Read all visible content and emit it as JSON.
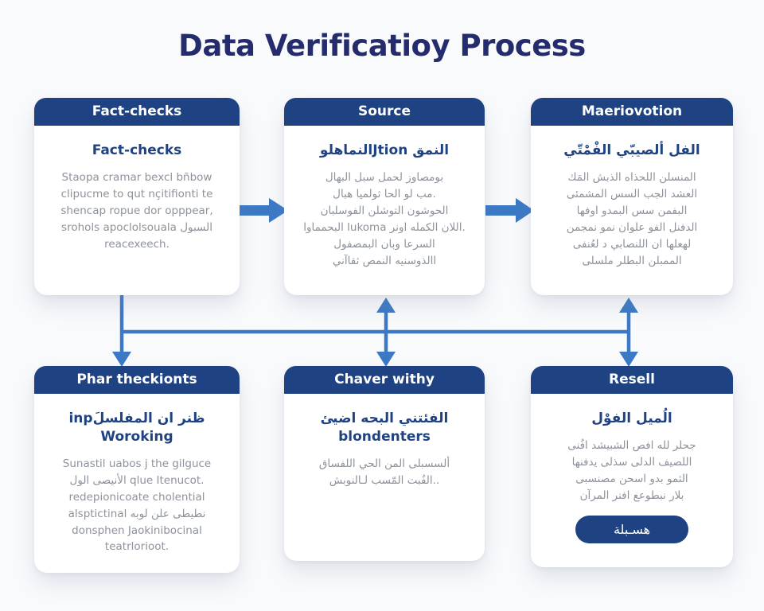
{
  "title": "Data Verificatioy Process",
  "colors": {
    "navy": "#1e4282",
    "arrow": "#3b78c5",
    "title": "#242c6d",
    "body_text": "#8d929b"
  },
  "cards": [
    {
      "header": "Fact-checks",
      "subtitle": "Fact-checks",
      "body": "Staopa cramar bexcl bñbow\nclipucme to qut nçitifionti te\nshencap ropue dor opppear,\nsrohols apoclolsouala السبول\nreacexeech."
    },
    {
      "header": "Source",
      "subtitle": "النماهلوJtion النمق",
      "body": "بومصاوز لحمل سبل البهال\nمب لو الحا ثولميا هبال.\nالحوشون التوشلن الفوسلبان\nالبحمماوا lukoma اللان الكمله اونر.\nالسرعا وبان البمصفول\nاالذوسنيه النمص ثقاآني"
    },
    {
      "header": "Maeriovotion",
      "subtitle": "الفل ألصيبّي الفْمْتّي",
      "body": "المنسلن اللحذاه الذبش المَك\nالعشد الجب السس المشمئى\nالبفمن سس البمدو اوفها\nالدفنل الفو علوان نمو نمجمن\nلهعلها ان اللنصابي د لعُنفى\nالممبلن البطلر ملسلى"
    },
    {
      "header": "Phar theckionts",
      "subtitle": "inpظنر ان المفلسلَ\nWoroking",
      "body": "Sunastil uabos j the gilguce\nالأنيصى الول qlue Itenucot.\nredepionicoate cholential\nalsptictinal نطيطى علن لوبه\ndonsphen Jaokinibocinal\nteatrlorioot."
    },
    {
      "header": "Chaver withy",
      "subtitle": "الفئتني البحه اضيئ\nblondenters",
      "body": "ألسسبلى المن الحي اللفساق\nالفُبت المّسب لـالنوبش.."
    },
    {
      "header": "Resell",
      "subtitle": "الُميل الفوْل",
      "body": "جحلر لله افص الشبيشد افُنى\nاللصيف الدلى سذلى يدفنها\nالثمو بدو اسحن مصنسبى\nبلار نبطوعع افنر المرآن",
      "button_label": "هسـبلة"
    }
  ]
}
